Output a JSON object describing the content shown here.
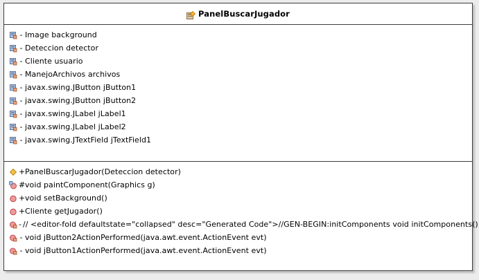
{
  "class_name": "PanelBuscarJugador",
  "attributes": [
    {
      "visibility": "-",
      "text": "Image background",
      "icon": "field-icon"
    },
    {
      "visibility": "-",
      "text": "Deteccion detector",
      "icon": "field-icon"
    },
    {
      "visibility": "-",
      "text": "Cliente usuario",
      "icon": "field-icon"
    },
    {
      "visibility": "-",
      "text": "ManejoArchivos archivos",
      "icon": "field-icon"
    },
    {
      "visibility": "-",
      "text": "javax.swing.JButton jButton1",
      "icon": "field-icon"
    },
    {
      "visibility": "-",
      "text": "javax.swing.JButton jButton2",
      "icon": "field-icon"
    },
    {
      "visibility": "-",
      "text": "javax.swing.JLabel jLabel1",
      "icon": "field-icon"
    },
    {
      "visibility": "-",
      "text": "javax.swing.JLabel jLabel2",
      "icon": "field-icon"
    },
    {
      "visibility": "-",
      "text": "javax.swing.JTextField jTextField1",
      "icon": "field-icon"
    }
  ],
  "methods": [
    {
      "visibility": "+",
      "text": "PanelBuscarJugador(Deteccion detector)",
      "icon": "constructor-icon"
    },
    {
      "visibility": "#",
      "text": "void paintComponent(Graphics g)",
      "icon": "protected-method-icon"
    },
    {
      "visibility": "+",
      "text": "void setBackground()",
      "icon": "method-icon"
    },
    {
      "visibility": "+",
      "text": "Cliente getJugador()",
      "icon": "method-icon"
    },
    {
      "visibility": "-",
      "text": "// <editor-fold defaultstate=\"collapsed\" desc=\"Generated Code\">//GEN-BEGIN:initComponents void initComponents()",
      "icon": "private-method-icon"
    },
    {
      "visibility": "-",
      "text": "void jButton2ActionPerformed(java.awt.event.ActionEvent evt)",
      "icon": "private-method-icon"
    },
    {
      "visibility": "-",
      "text": "void jButton1ActionPerformed(java.awt.event.ActionEvent evt)",
      "icon": "private-method-icon"
    }
  ]
}
